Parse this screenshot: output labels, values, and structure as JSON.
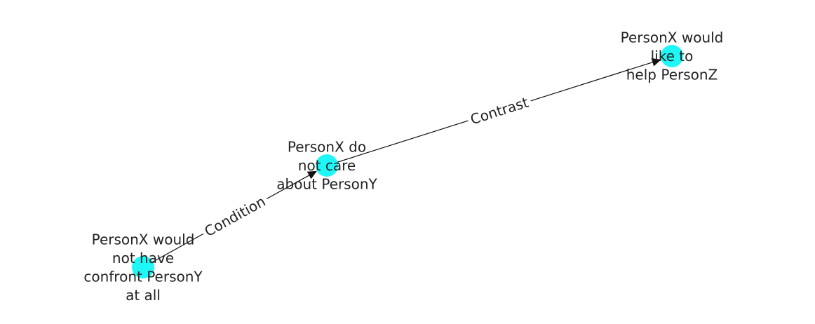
{
  "colors": {
    "node_fill": "#1ff7f7",
    "edge": "#111111",
    "text": "#222222",
    "background": "#ffffff"
  },
  "nodes": [
    {
      "id": "n1",
      "lines": [
        "PersonX would",
        "not have",
        "confront PersonY",
        "at all"
      ]
    },
    {
      "id": "n2",
      "lines": [
        "PersonX do",
        "not care",
        "about PersonY"
      ]
    },
    {
      "id": "n3",
      "lines": [
        "PersonX would",
        "like to",
        "help PersonZ"
      ]
    }
  ],
  "edges": [
    {
      "from": "n1",
      "to": "n2",
      "label": "Condition"
    },
    {
      "from": "n2",
      "to": "n3",
      "label": "Contrast"
    }
  ]
}
